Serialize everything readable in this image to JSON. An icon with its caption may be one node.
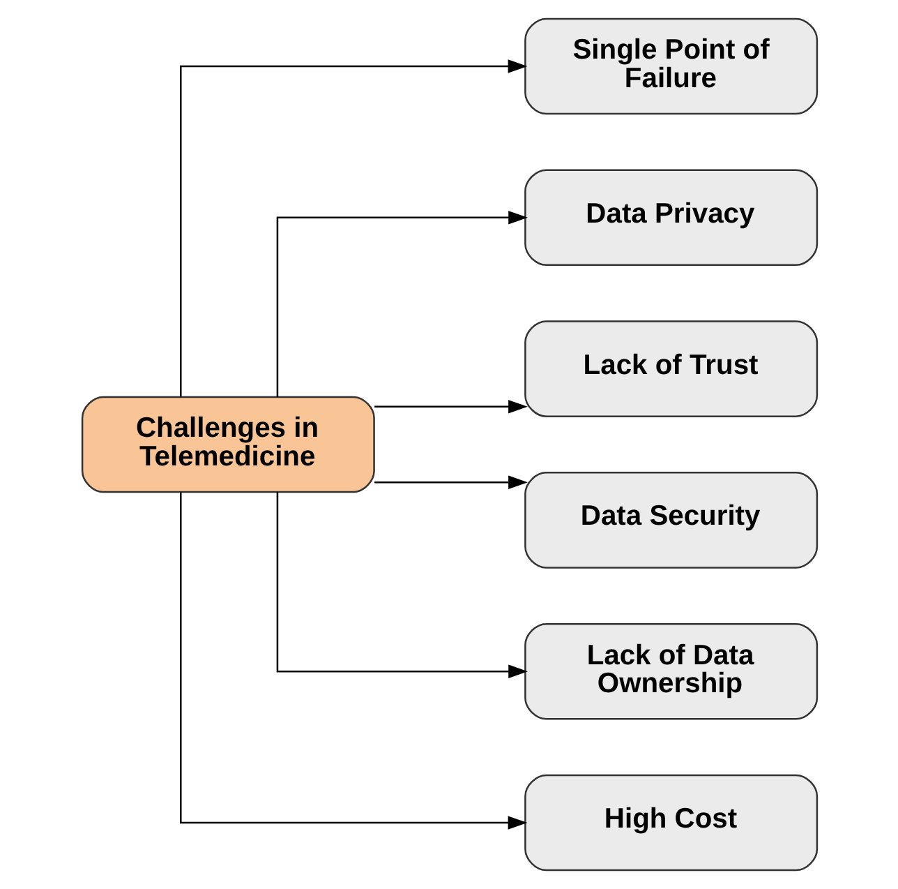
{
  "diagram": {
    "nodes": [
      {
        "text": [
          "Challenges in Telemedicine"
        ]
      },
      {
        "text": [
          "Single Point of Failure"
        ]
      },
      {
        "text": [
          "Data Privacy"
        ]
      },
      {
        "text": [
          "Lack of Trust"
        ]
      },
      {
        "text": [
          "Data Security"
        ]
      },
      {
        "text": [
          "Lack of Data Ownership"
        ]
      },
      {
        "text": [
          "High Cost"
        ]
      }
    ],
    "edges": [
      {
        "from": 0,
        "to": 1,
        "arrow": "to"
      },
      {
        "from": 0,
        "to": 2,
        "arrow": "to"
      },
      {
        "from": 0,
        "to": 3,
        "arrow": "to"
      },
      {
        "from": 0,
        "to": 4,
        "arrow": "to"
      },
      {
        "from": 0,
        "to": 5,
        "arrow": "to"
      },
      {
        "from": 0,
        "to": 6,
        "arrow": "to"
      }
    ]
  }
}
